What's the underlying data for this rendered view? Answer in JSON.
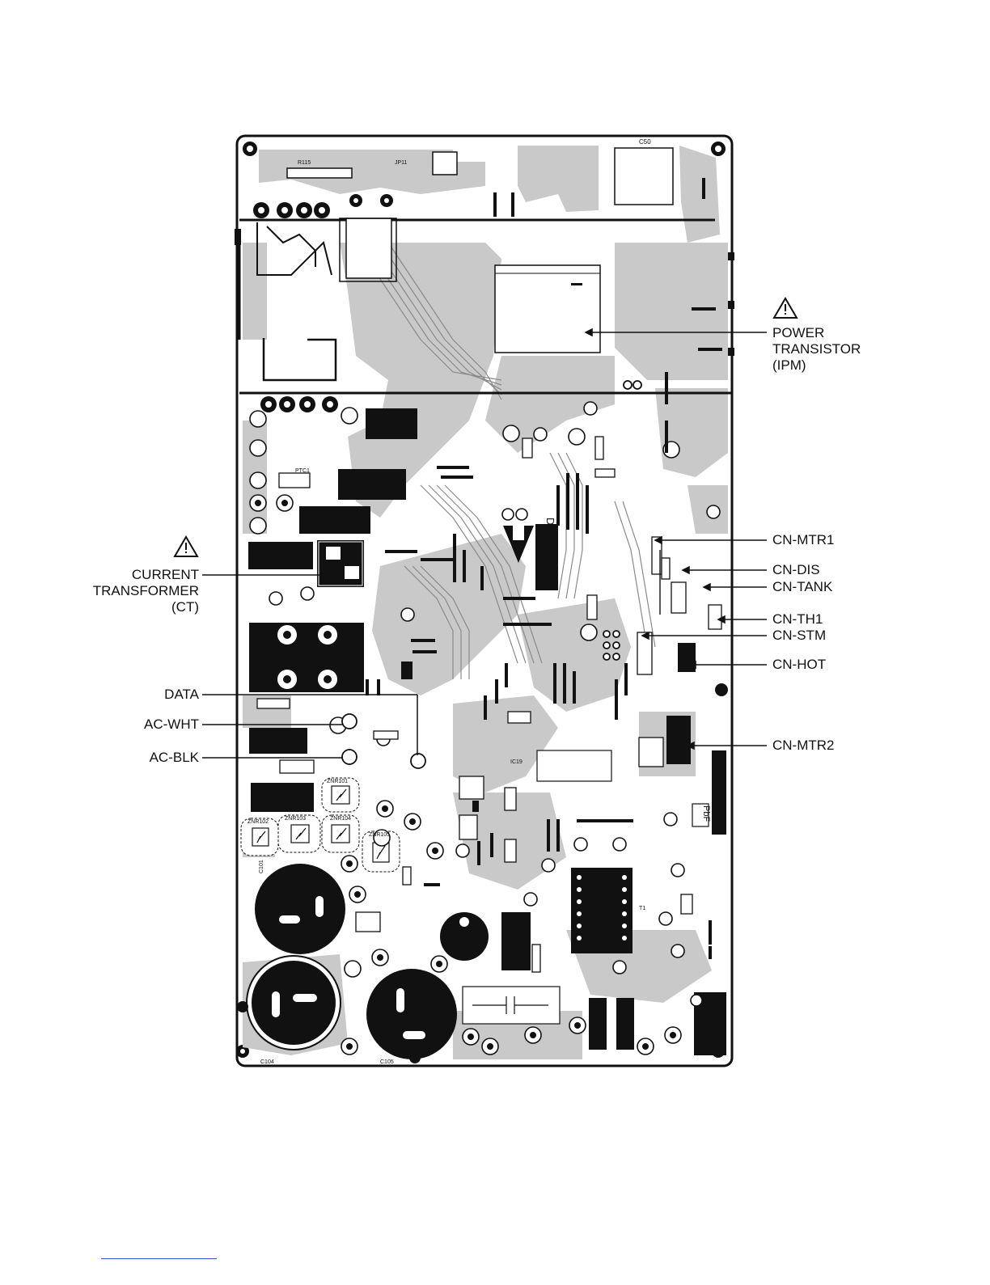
{
  "callouts": {
    "power_transistor": [
      "POWER",
      "TRANSISTOR",
      "(IPM)"
    ],
    "current_transformer": [
      "CURRENT",
      "TRANSFORMER",
      "(CT)"
    ],
    "data": "DATA",
    "ac_wht": "AC-WHT",
    "ac_blk": "AC-BLK",
    "cn_mtr1": "CN-MTR1",
    "cn_dis": "CN-DIS",
    "cn_tank": "CN-TANK",
    "cn_th1": "CN-TH1",
    "cn_stm": "CN-STM",
    "cn_hot": "CN-HOT",
    "cn_mtr2": "CN-MTR2"
  },
  "board_labels": {
    "d13p": "D13P",
    "pbf": "PbF",
    "c50": "C50",
    "c101": "C101",
    "c104": "C104",
    "c105": "C105",
    "ic19": "IC19",
    "t1": "T1",
    "r115": "R115",
    "jp11": "JP11",
    "ptc1": "PTC1",
    "znr101": "ZNR101",
    "znr102": "ZNR102",
    "znr103": "ZNR103",
    "znr104": "ZNR104",
    "znr105": "ZNR105"
  },
  "colors": {
    "ink": "#111111",
    "trace": "#c9c9c9",
    "board": "#ffffff",
    "footer_link": "#3a4fd1"
  },
  "icons": [
    "warning-triangle-icon"
  ]
}
